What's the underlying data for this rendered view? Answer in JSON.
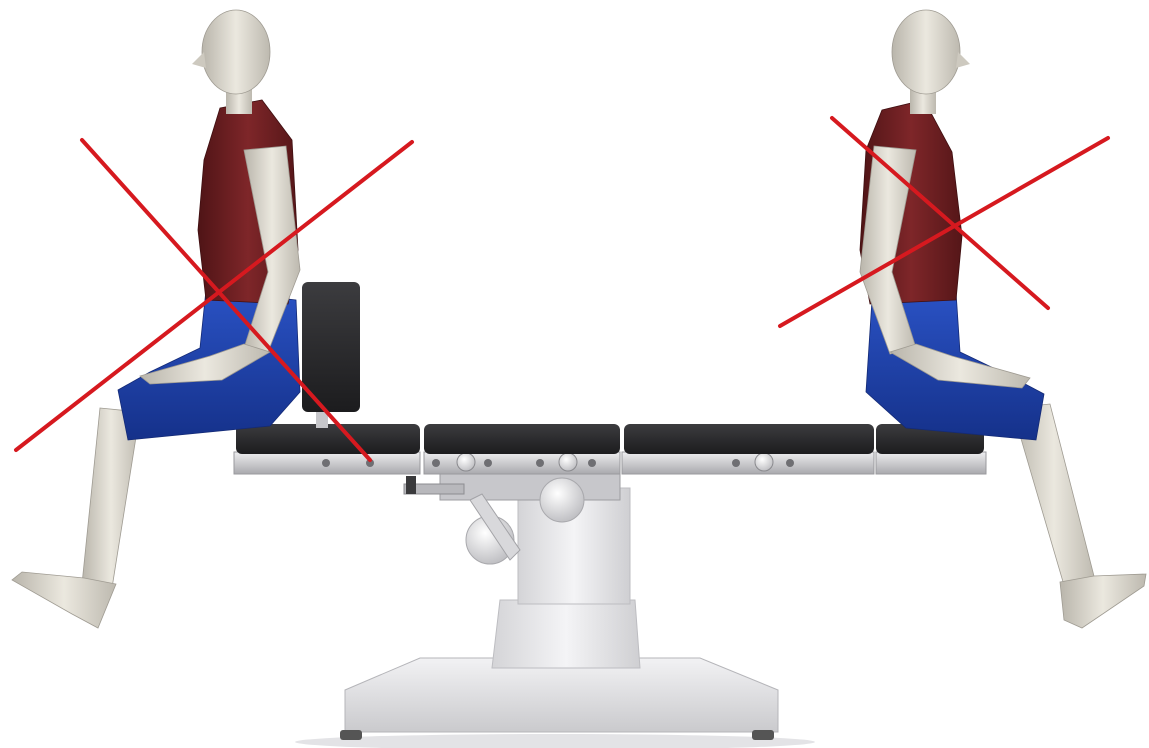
{
  "scene": {
    "subject": "operating-table-side-view",
    "colors": {
      "background": "#ffffff",
      "table_pad": "#2a2a2c",
      "table_rail": "#c9c9cc",
      "column": "#e6e6e8",
      "base": "#dcdcdf",
      "skin": "#d9d6cc",
      "shirt": "#6e1f22",
      "shorts": "#1d3fa6",
      "cross_mark": "#d6191f"
    },
    "figures": [
      {
        "side": "left",
        "pose": "seated-on-table-end",
        "marked_incorrect": true
      },
      {
        "side": "right",
        "pose": "seated-on-table-end",
        "marked_incorrect": true
      }
    ]
  }
}
